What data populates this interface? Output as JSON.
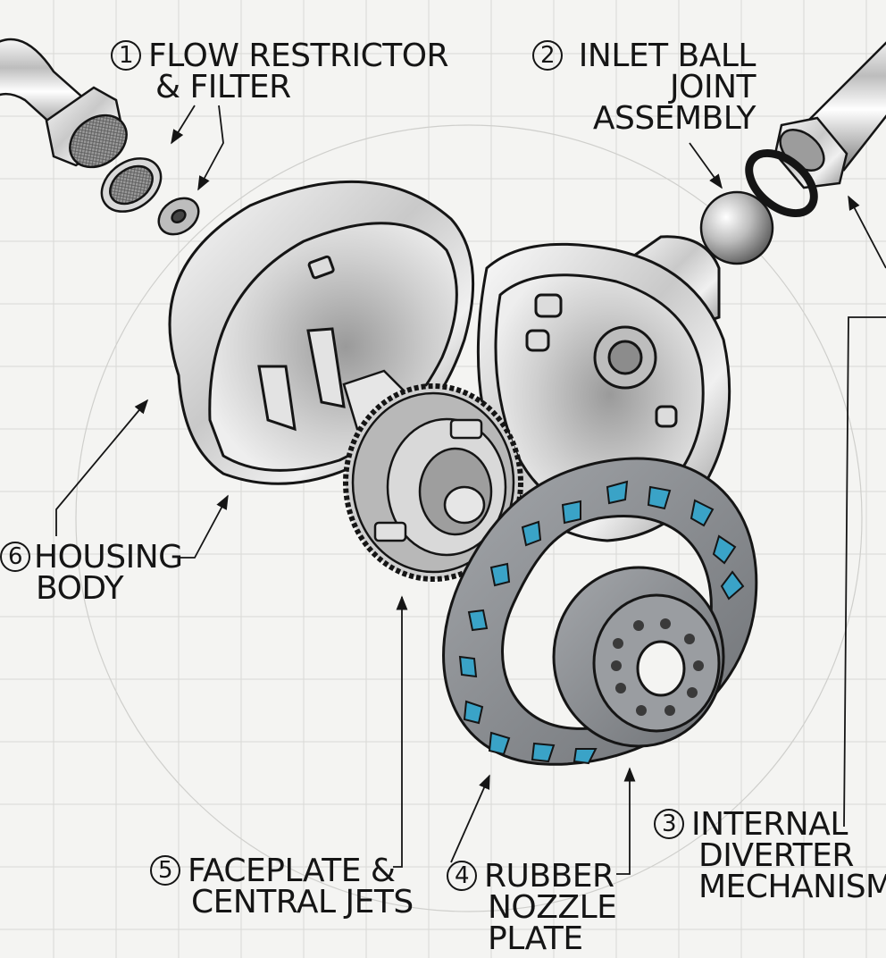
{
  "callouts": [
    {
      "number": "1",
      "lines": [
        "FLOW RESTRICTOR",
        "& FILTER"
      ]
    },
    {
      "number": "2",
      "lines": [
        "INLET BALL",
        "JOINT",
        "ASSEMBLY"
      ]
    },
    {
      "number": "3",
      "lines": [
        "INTERNAL",
        "DIVERTER",
        "MECHANISM"
      ]
    },
    {
      "number": "4",
      "lines": [
        "RUBBER",
        "NOZZLE",
        "PLATE"
      ]
    },
    {
      "number": "5",
      "lines": [
        "FACEPLATE &",
        "CENTRAL JETS"
      ]
    },
    {
      "number": "6",
      "lines": [
        "HOUSING",
        "BODY"
      ]
    }
  ],
  "colors": {
    "background": "#f4f4f2",
    "grid": "#d9d9d6",
    "ink": "#151515",
    "chrome_light": "#f2f2f2",
    "chrome_dark": "#8a8a8a",
    "plate_gray": "#8f9296",
    "nozzle_blue": "#3aa3c7"
  }
}
